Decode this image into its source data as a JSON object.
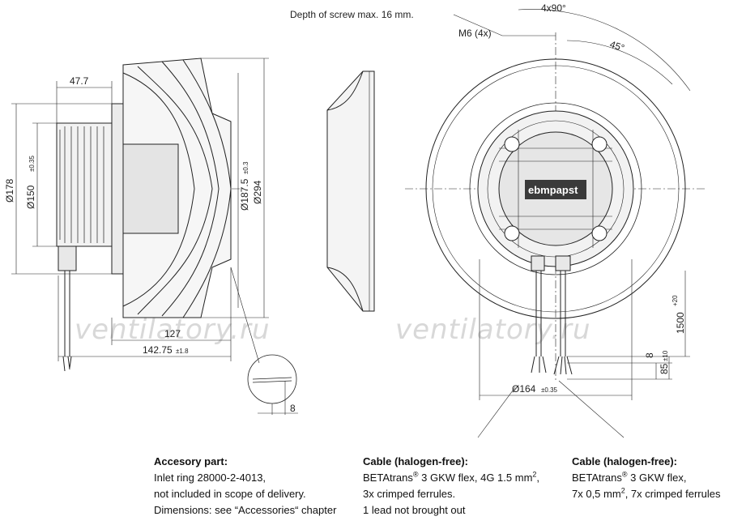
{
  "title_note": "Depth of screw max. 16 mm.",
  "angles": {
    "repeat": "4x90°",
    "segment": "45°"
  },
  "thread": "M6 (4x)",
  "side_view": {
    "d178": "Ø178",
    "d150": "Ø150",
    "d150_tol": "±0.35",
    "d187": "Ø187.5",
    "d187_tol": "±0.3",
    "d294": "Ø294",
    "w47": "47.7",
    "w127": "127",
    "w142": "142.75",
    "w142_tol": "±1.8",
    "detail8": "8"
  },
  "front_view": {
    "brand": "ebmpapst",
    "d164": "Ø164",
    "d164_tol": "±0.35",
    "cable_len": "1500",
    "cable_len_tol": "+20",
    "strip85": "85",
    "strip85_tol": "±10",
    "strip8": "8"
  },
  "watermark": "ventilatory.ru",
  "notes": {
    "accessory": {
      "heading": "Accesory part:",
      "l1": "Inlet ring 28000-2-4013,",
      "l2": "not included in scope of delivery.",
      "l3": "Dimensions: see “Accessories“ chapter"
    },
    "cable1": {
      "heading": "Cable (halogen-free):",
      "brand": "BETAtrans",
      "reg": "®",
      "l1_rest": " 3 GKW flex, 4G 1.5 mm",
      "sup": "2",
      "l1_end": ",",
      "l2": "3x crimped ferrules.",
      "l3": "1 lead not brought out"
    },
    "cable2": {
      "heading": "Cable (halogen-free):",
      "brand": "BETAtrans",
      "reg": "®",
      "l1_rest": " 3 GKW flex,",
      "l2_pre": "7x 0,5 mm",
      "sup": "2",
      "l2_end": ", 7x crimped ferrules"
    }
  }
}
